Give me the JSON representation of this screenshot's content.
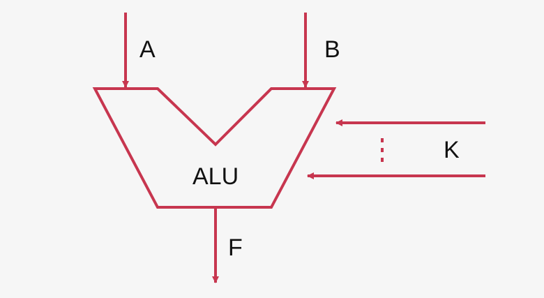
{
  "diagram": {
    "labels": {
      "input_a": "A",
      "input_b": "B",
      "alu": "ALU",
      "control": "K",
      "output": "F"
    },
    "colors": {
      "line": "#c7364f",
      "text": "#111111",
      "background": "#f6f6f6"
    }
  }
}
